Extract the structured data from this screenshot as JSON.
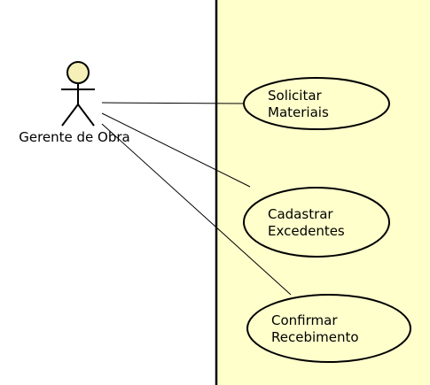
{
  "colors": {
    "system_fill": "#ffffcc",
    "usecase_fill": "#ffffcc",
    "actor_head_fill": "#f5f0b8",
    "stroke": "#000000",
    "background": "#ffffff"
  },
  "actor": {
    "name": "Gerente de Obra"
  },
  "use_cases": [
    {
      "line1": "Solicitar",
      "line2": "Materiais"
    },
    {
      "line1": "Cadastrar",
      "line2": "Excedentes"
    },
    {
      "line1": "Confirmar",
      "line2": "Recebimento"
    }
  ]
}
